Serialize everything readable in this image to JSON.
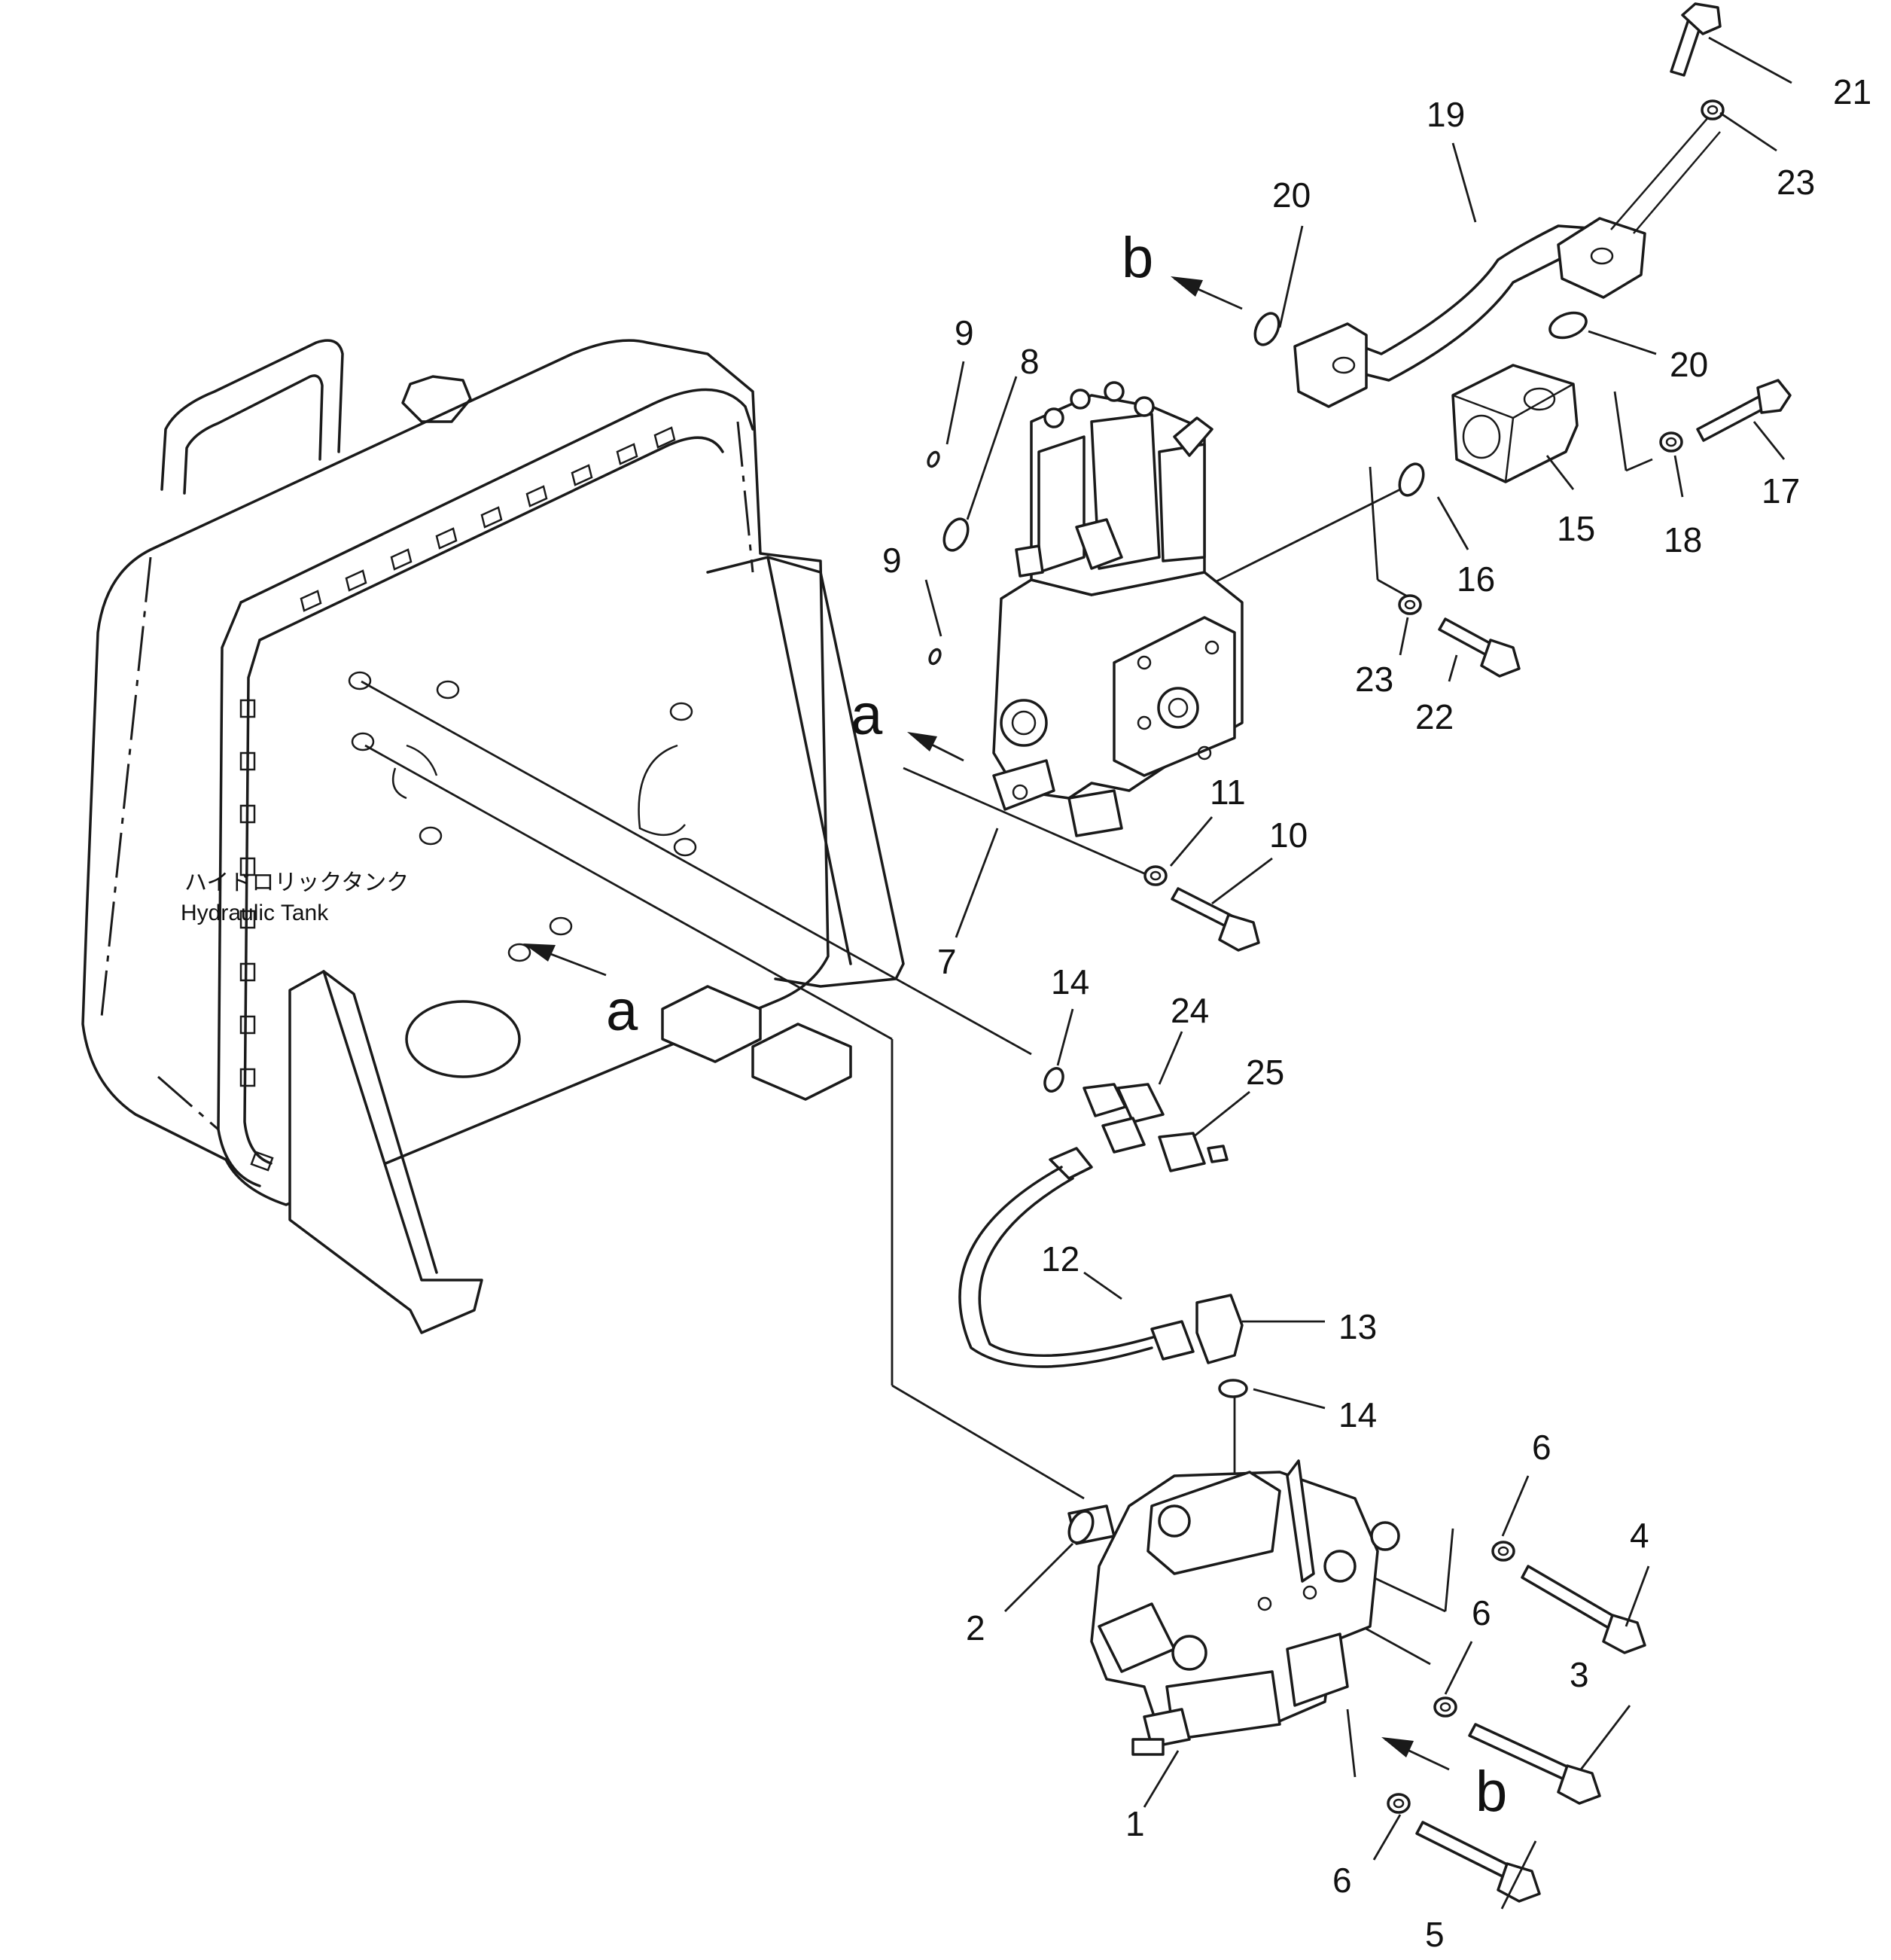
{
  "tank_label": {
    "jp": "ハイドロリックタンク",
    "en": "Hydraulic  Tank"
  },
  "callouts": {
    "c1": "1",
    "c2": "2",
    "c3": "3",
    "c4": "4",
    "c5": "5",
    "c6a": "6",
    "c6b": "6",
    "c6c": "6",
    "c7": "7",
    "c8": "8",
    "c9a": "9",
    "c9b": "9",
    "c10": "10",
    "c11": "11",
    "c12": "12",
    "c13": "13",
    "c14a": "14",
    "c14b": "14",
    "c15": "15",
    "c16": "16",
    "c17": "17",
    "c18": "18",
    "c19": "19",
    "c20a": "20",
    "c20b": "20",
    "c21": "21",
    "c22": "22",
    "c23a": "23",
    "c23b": "23",
    "c24": "24",
    "c25": "25"
  },
  "refs": {
    "a1": "a",
    "a2": "a",
    "b1": "b",
    "b2": "b"
  }
}
